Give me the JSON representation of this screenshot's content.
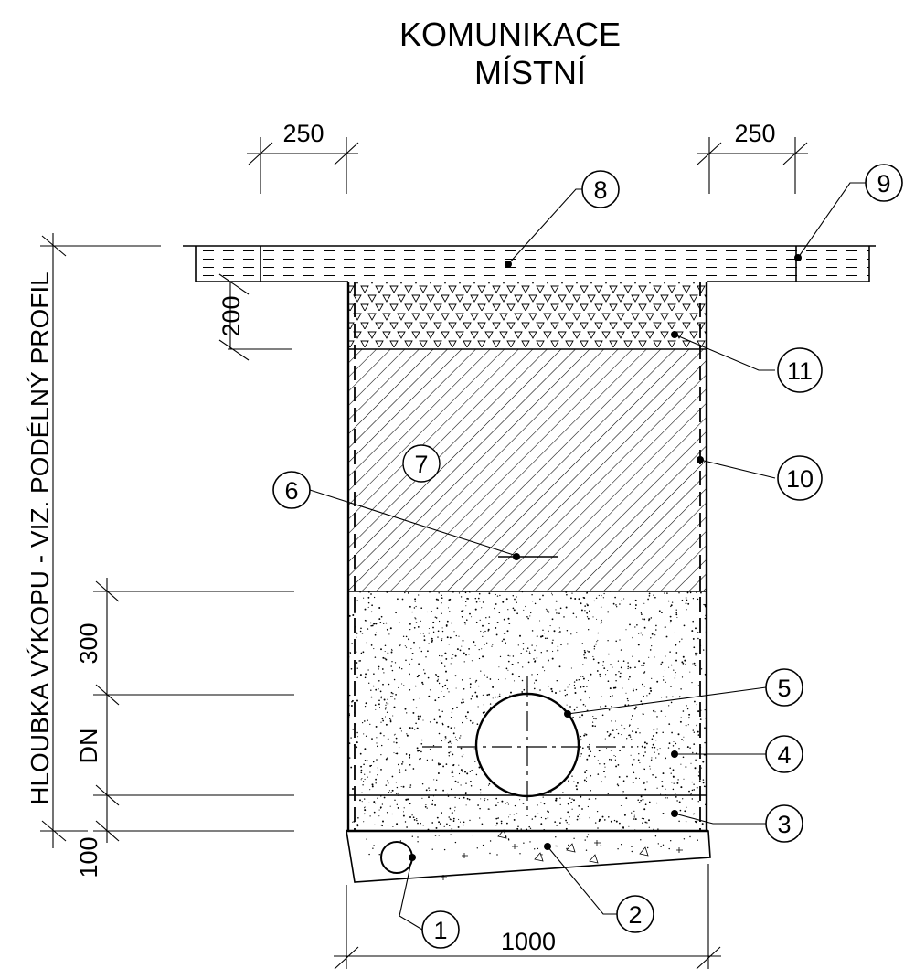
{
  "title": {
    "line1": "KOMUNIKACE",
    "line2": "MÍSTNÍ"
  },
  "dimensions": {
    "top_left": "250",
    "top_right": "250",
    "layer_200": "200",
    "dim_300": "300",
    "dim_dn": "DN",
    "dim_100": "100",
    "width_1000": "1000"
  },
  "vertical_label": "HLOUBKA VÝKOPU - VIZ. PODÉLNÝ PROFIL",
  "callouts": [
    "1",
    "2",
    "3",
    "4",
    "5",
    "6",
    "7",
    "8",
    "9",
    "10",
    "11"
  ]
}
